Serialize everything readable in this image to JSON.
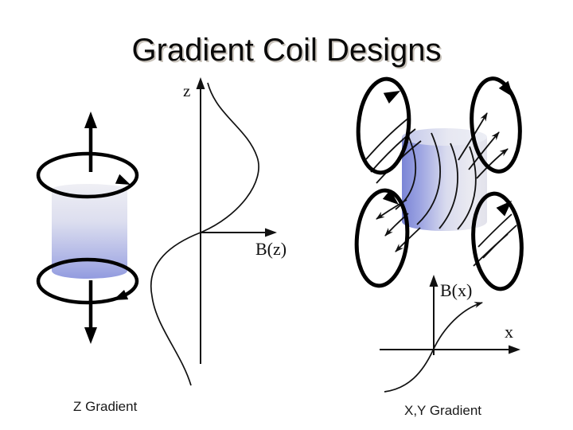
{
  "slide": {
    "title": "Gradient Coil Designs",
    "background_color": "#ffffff",
    "title_color": "#0a0a0a",
    "title_shadow_color": "#c9c3bb"
  },
  "z_gradient": {
    "caption": "Z Gradient",
    "coil_description": "cylinder with two circular loops, opposite current arrows, axial arrows up and down",
    "plot": {
      "y_axis_label": "z",
      "x_axis_label": "B(z)",
      "curve_shape": "antisymmetric lobes crossing zero at the origin"
    }
  },
  "xy_gradient": {
    "caption": "X,Y Gradient",
    "coil_description": "cylinder with four saddle-coil loops, field lines entering lower-left and exiting upper-right",
    "plot": {
      "y_axis_label": "B(x)",
      "x_axis_label": "x",
      "curve_shape": "s-curve through origin with arrow at upper end"
    }
  },
  "colors": {
    "coil_stroke": "#000000",
    "thin_line": "#111111",
    "cylinder_light": "#ededf3",
    "cylinder_blue": "#7b85d6"
  }
}
